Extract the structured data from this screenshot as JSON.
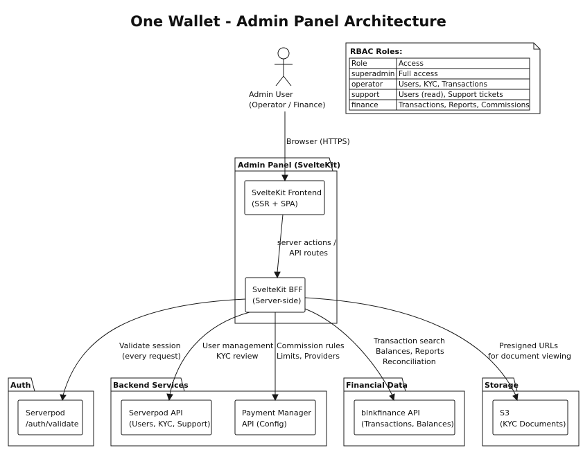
{
  "title": "One Wallet - Admin Panel Architecture",
  "actor": {
    "name_line1": "Admin User",
    "name_line2": "(Operator / Finance)"
  },
  "rbac": {
    "title": "RBAC Roles:",
    "header": [
      "Role",
      "Access"
    ],
    "rows": [
      [
        "superadmin",
        "Full access"
      ],
      [
        "operator",
        "Users, KYC, Transactions"
      ],
      [
        "support",
        "Users (read), Support tickets"
      ],
      [
        "finance",
        "Transactions, Reports, Commissions"
      ]
    ]
  },
  "packages": {
    "admin_panel": "Admin Panel (SvelteKit)",
    "auth": "Auth",
    "backend": "Backend Services",
    "financial": "Financial Data",
    "storage": "Storage"
  },
  "nodes": {
    "frontend": [
      "SvelteKit Frontend",
      "(SSR + SPA)"
    ],
    "bff": [
      "SvelteKit BFF",
      "(Server-side)"
    ],
    "serverpod_auth": [
      "Serverpod",
      "/auth/validate"
    ],
    "serverpod_api": [
      "Serverpod API",
      "(Users, KYC, Support)"
    ],
    "payment_manager": [
      "Payment Manager",
      "API (Config)"
    ],
    "blnkfinance": [
      "blnkfinance API",
      "(Transactions, Balances)"
    ],
    "s3": [
      "S3",
      "(KYC Documents)"
    ]
  },
  "edges": {
    "browser": [
      "Browser (HTTPS)"
    ],
    "server_actions": [
      "server actions /",
      "API routes"
    ],
    "validate": [
      "Validate session",
      "(every request)"
    ],
    "user_mgmt": [
      "User management",
      "KYC review"
    ],
    "commission": [
      "Commission rules",
      "Limits, Providers"
    ],
    "transaction": [
      "Transaction search",
      "Balances, Reports",
      "Reconciliation"
    ],
    "presigned": [
      "Presigned URLs",
      "for document viewing"
    ]
  }
}
